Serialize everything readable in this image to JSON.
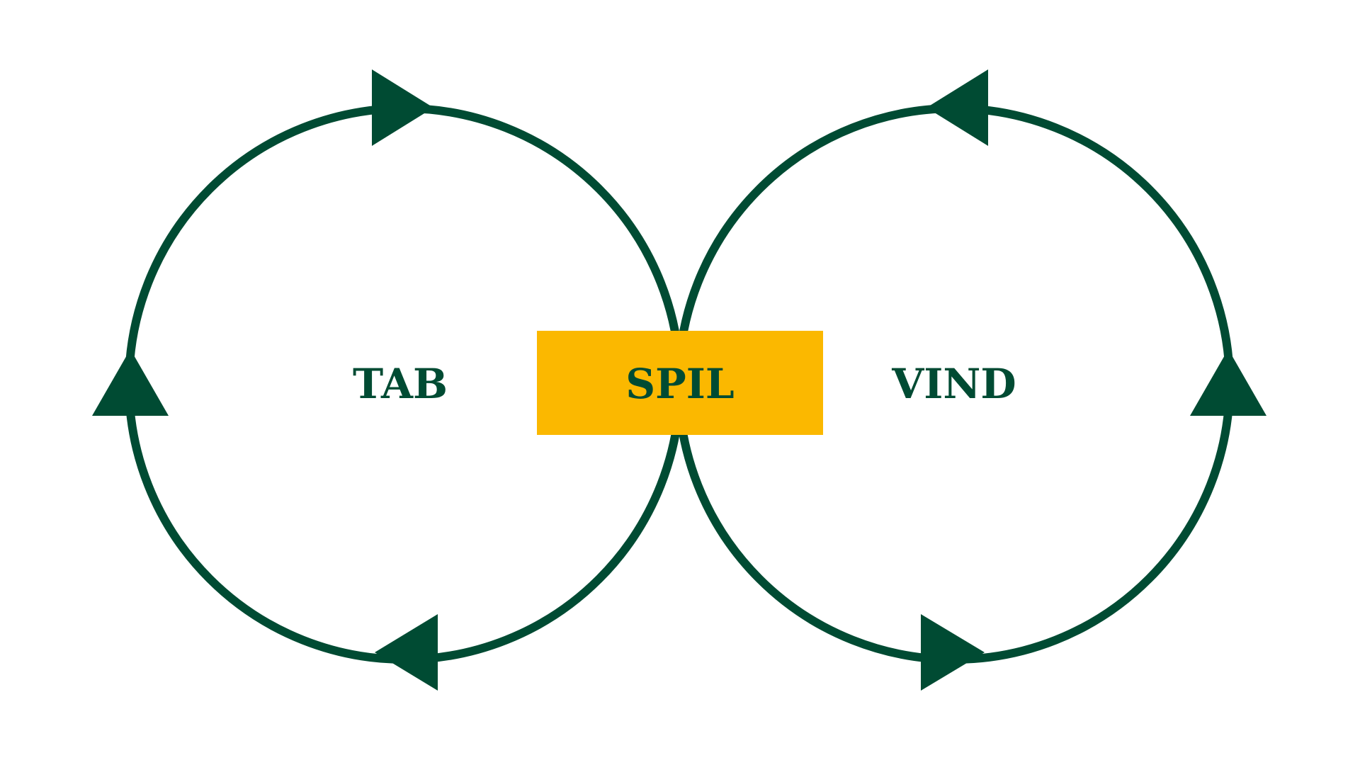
{
  "diagram": {
    "left_label": "TAB",
    "center_label": "SPIL",
    "right_label": "VIND"
  },
  "colors": {
    "stroke": "#004B33",
    "center_box": "#FBB800",
    "text": "#004B33"
  }
}
